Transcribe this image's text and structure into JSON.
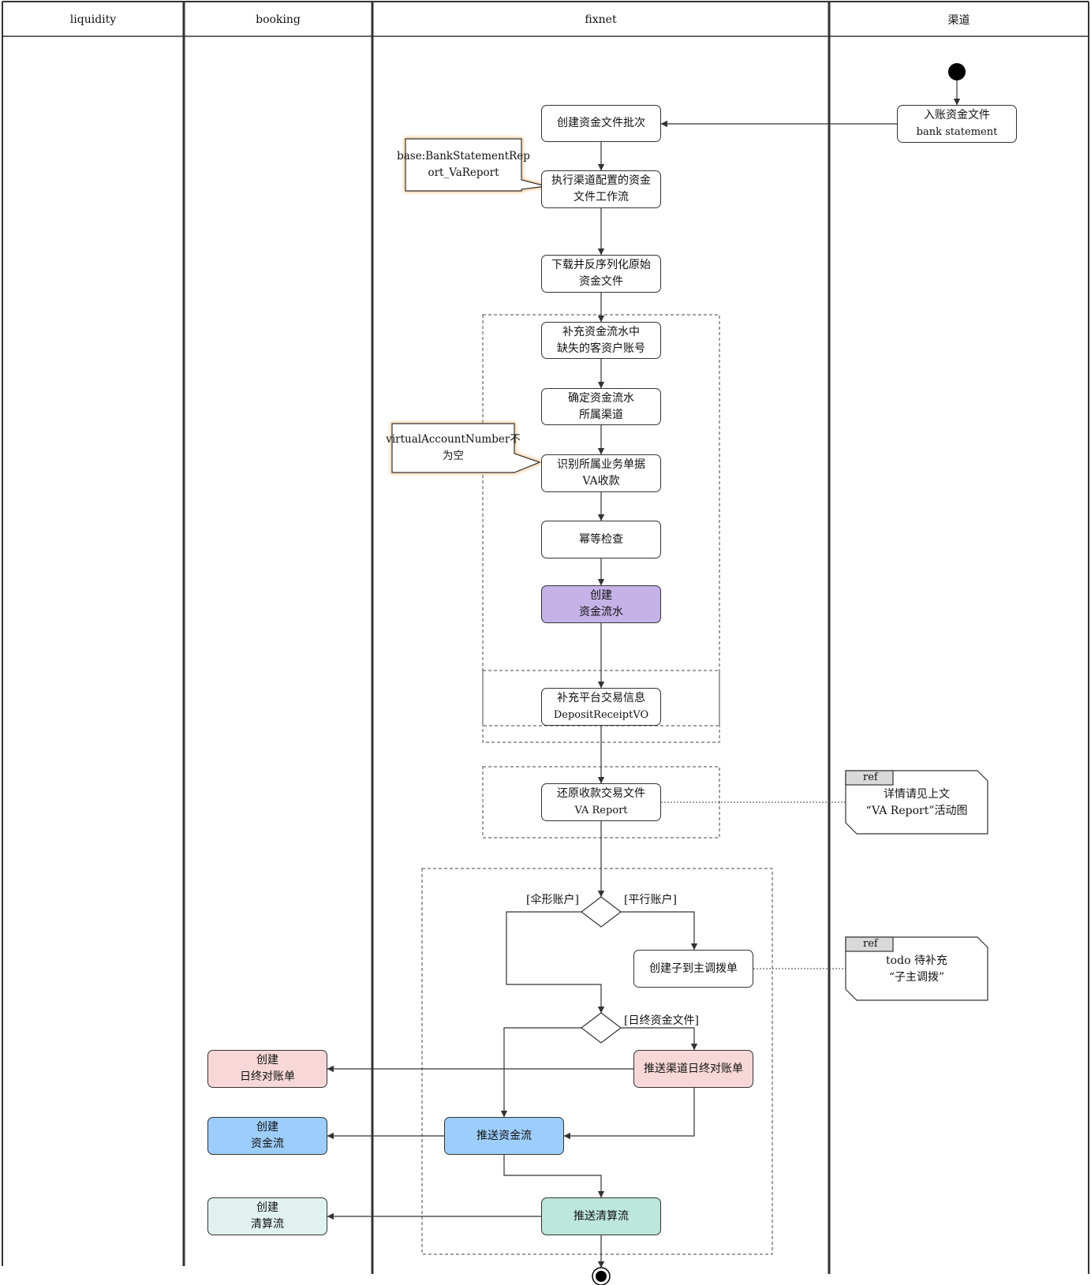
{
  "lanes": [
    "liquidity",
    "booking",
    "fixnet",
    "渠道"
  ],
  "nodes": {
    "bank_statement": [
      "入账资金文件",
      "bank statement"
    ],
    "create_batch": [
      "创建资金文件批次"
    ],
    "exec_workflow": [
      "执行渠道配置的资金",
      "文件工作流"
    ],
    "download": [
      "下载并反序列化原始",
      "资金文件"
    ],
    "supplement_account": [
      "补充资金流水中",
      "缺失的客资户账号"
    ],
    "determine_channel": [
      "确定资金流水",
      "所属渠道"
    ],
    "identify_doc": [
      "识别所属业务单据",
      "VA收款"
    ],
    "idempotent_check": [
      "幂等检查"
    ],
    "create_flow": [
      "创建",
      "资金流水"
    ],
    "supplement_trade": [
      "补充平台交易信息",
      "DepositReceiptVO"
    ],
    "restore_file": [
      "还原收款交易文件",
      "VA Report"
    ],
    "create_sub_main": [
      "创建子到主调拨单"
    ],
    "push_daily": [
      "推送渠道日终对账单"
    ],
    "create_daily": [
      "创建",
      "日终对账单"
    ],
    "push_fund": [
      "推送资金流"
    ],
    "create_fund": [
      "创建",
      "资金流"
    ],
    "push_clearing": [
      "推送清算流"
    ],
    "create_clearing": [
      "创建",
      "清算流"
    ]
  },
  "notes": {
    "workflow_note": [
      "base:BankStatementRep",
      "ort_VaReport"
    ],
    "va_note": [
      "virtualAccountNumber不",
      "为空"
    ]
  },
  "refs": {
    "tag": "ref",
    "va_report": [
      "详情请见上文",
      "“VA Report”活动图"
    ],
    "sub_main": [
      "todo 待补充",
      "“子主调拨”"
    ]
  },
  "guards": {
    "umbrella": "[伞形账户]",
    "parallel": "[平行账户]",
    "daily_file": "[日终资金文件]"
  },
  "colors": {
    "purple": "#c5b3e8",
    "pink": "#f8d7d8",
    "blue": "#9dcdfb",
    "teal": "#bde6dc",
    "mint": "#e1f2ee",
    "note_border": "#f2a340",
    "ref_tag": "#d9d9d9"
  }
}
